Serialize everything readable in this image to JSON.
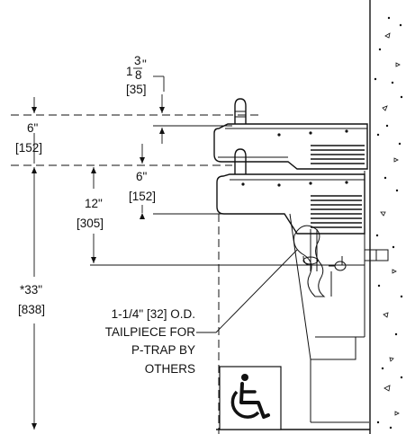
{
  "dimensions": {
    "fraction_whole": "1",
    "fraction_num": "3",
    "fraction_inch": "\"",
    "fraction_den": "8",
    "fraction_mm": "[35]",
    "upper_height_in": "6\"",
    "upper_height_mm": "[152]",
    "bowl_offset_in": "6\"",
    "bowl_offset_mm": "[152]",
    "drain_height_in": "12\"",
    "drain_height_mm": "[305]",
    "total_height_in": "*33\"",
    "total_height_mm": "[838]"
  },
  "callout": {
    "line1": "1-1/4\" [32] O.D.",
    "line2": "TAILPIECE FOR",
    "line3": "P-TRAP BY",
    "line4": "OTHERS"
  },
  "icons": {
    "accessibility": "wheelchair-accessibility-icon"
  }
}
